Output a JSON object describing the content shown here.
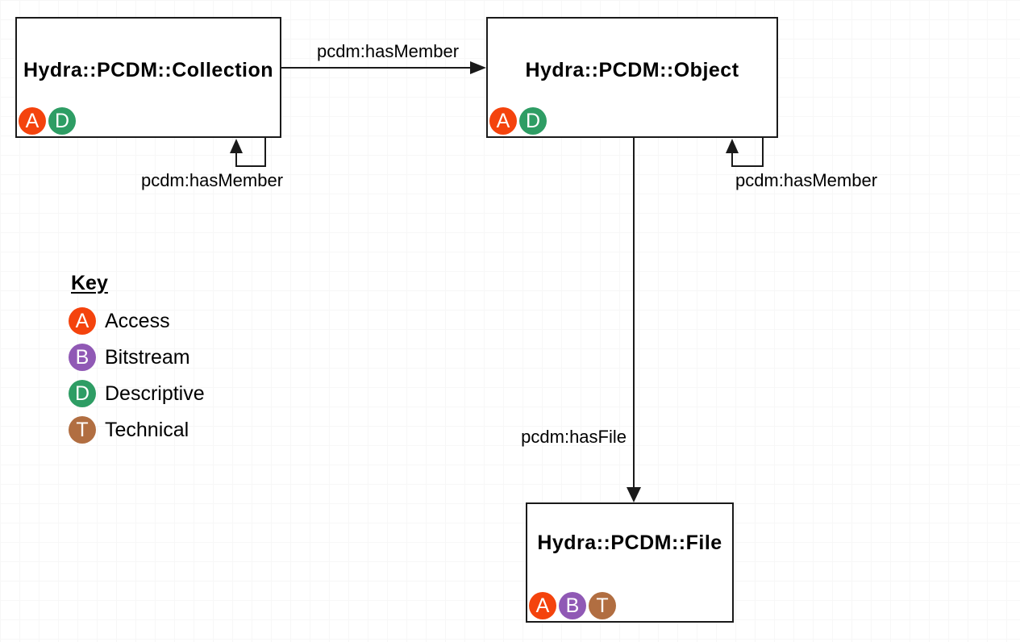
{
  "diagram": {
    "nodes": {
      "collection": {
        "title": "Hydra::PCDM::Collection",
        "badges": [
          "A",
          "D"
        ]
      },
      "object": {
        "title": "Hydra::PCDM::Object",
        "badges": [
          "A",
          "D"
        ]
      },
      "file": {
        "title": "Hydra::PCDM::File",
        "badges": [
          "A",
          "B",
          "T"
        ]
      }
    },
    "edges": {
      "collection_to_object": {
        "from": "collection",
        "to": "object",
        "label": "pcdm:hasMember"
      },
      "collection_self": {
        "from": "collection",
        "to": "collection",
        "label": "pcdm:hasMember"
      },
      "object_self": {
        "from": "object",
        "to": "object",
        "label": "pcdm:hasMember"
      },
      "object_to_file": {
        "from": "object",
        "to": "file",
        "label": "pcdm:hasFile"
      }
    },
    "key": {
      "title": "Key",
      "entries": [
        {
          "letter": "A",
          "label": "Access"
        },
        {
          "letter": "B",
          "label": "Bitstream"
        },
        {
          "letter": "D",
          "label": "Descriptive"
        },
        {
          "letter": "T",
          "label": "Technical"
        }
      ]
    },
    "badge_colors": {
      "A": "#F4430D",
      "B": "#9059B5",
      "D": "#2E9D64",
      "T": "#B16E41"
    },
    "line_color": "#1a1a1a",
    "background_color": "#ffffff"
  }
}
